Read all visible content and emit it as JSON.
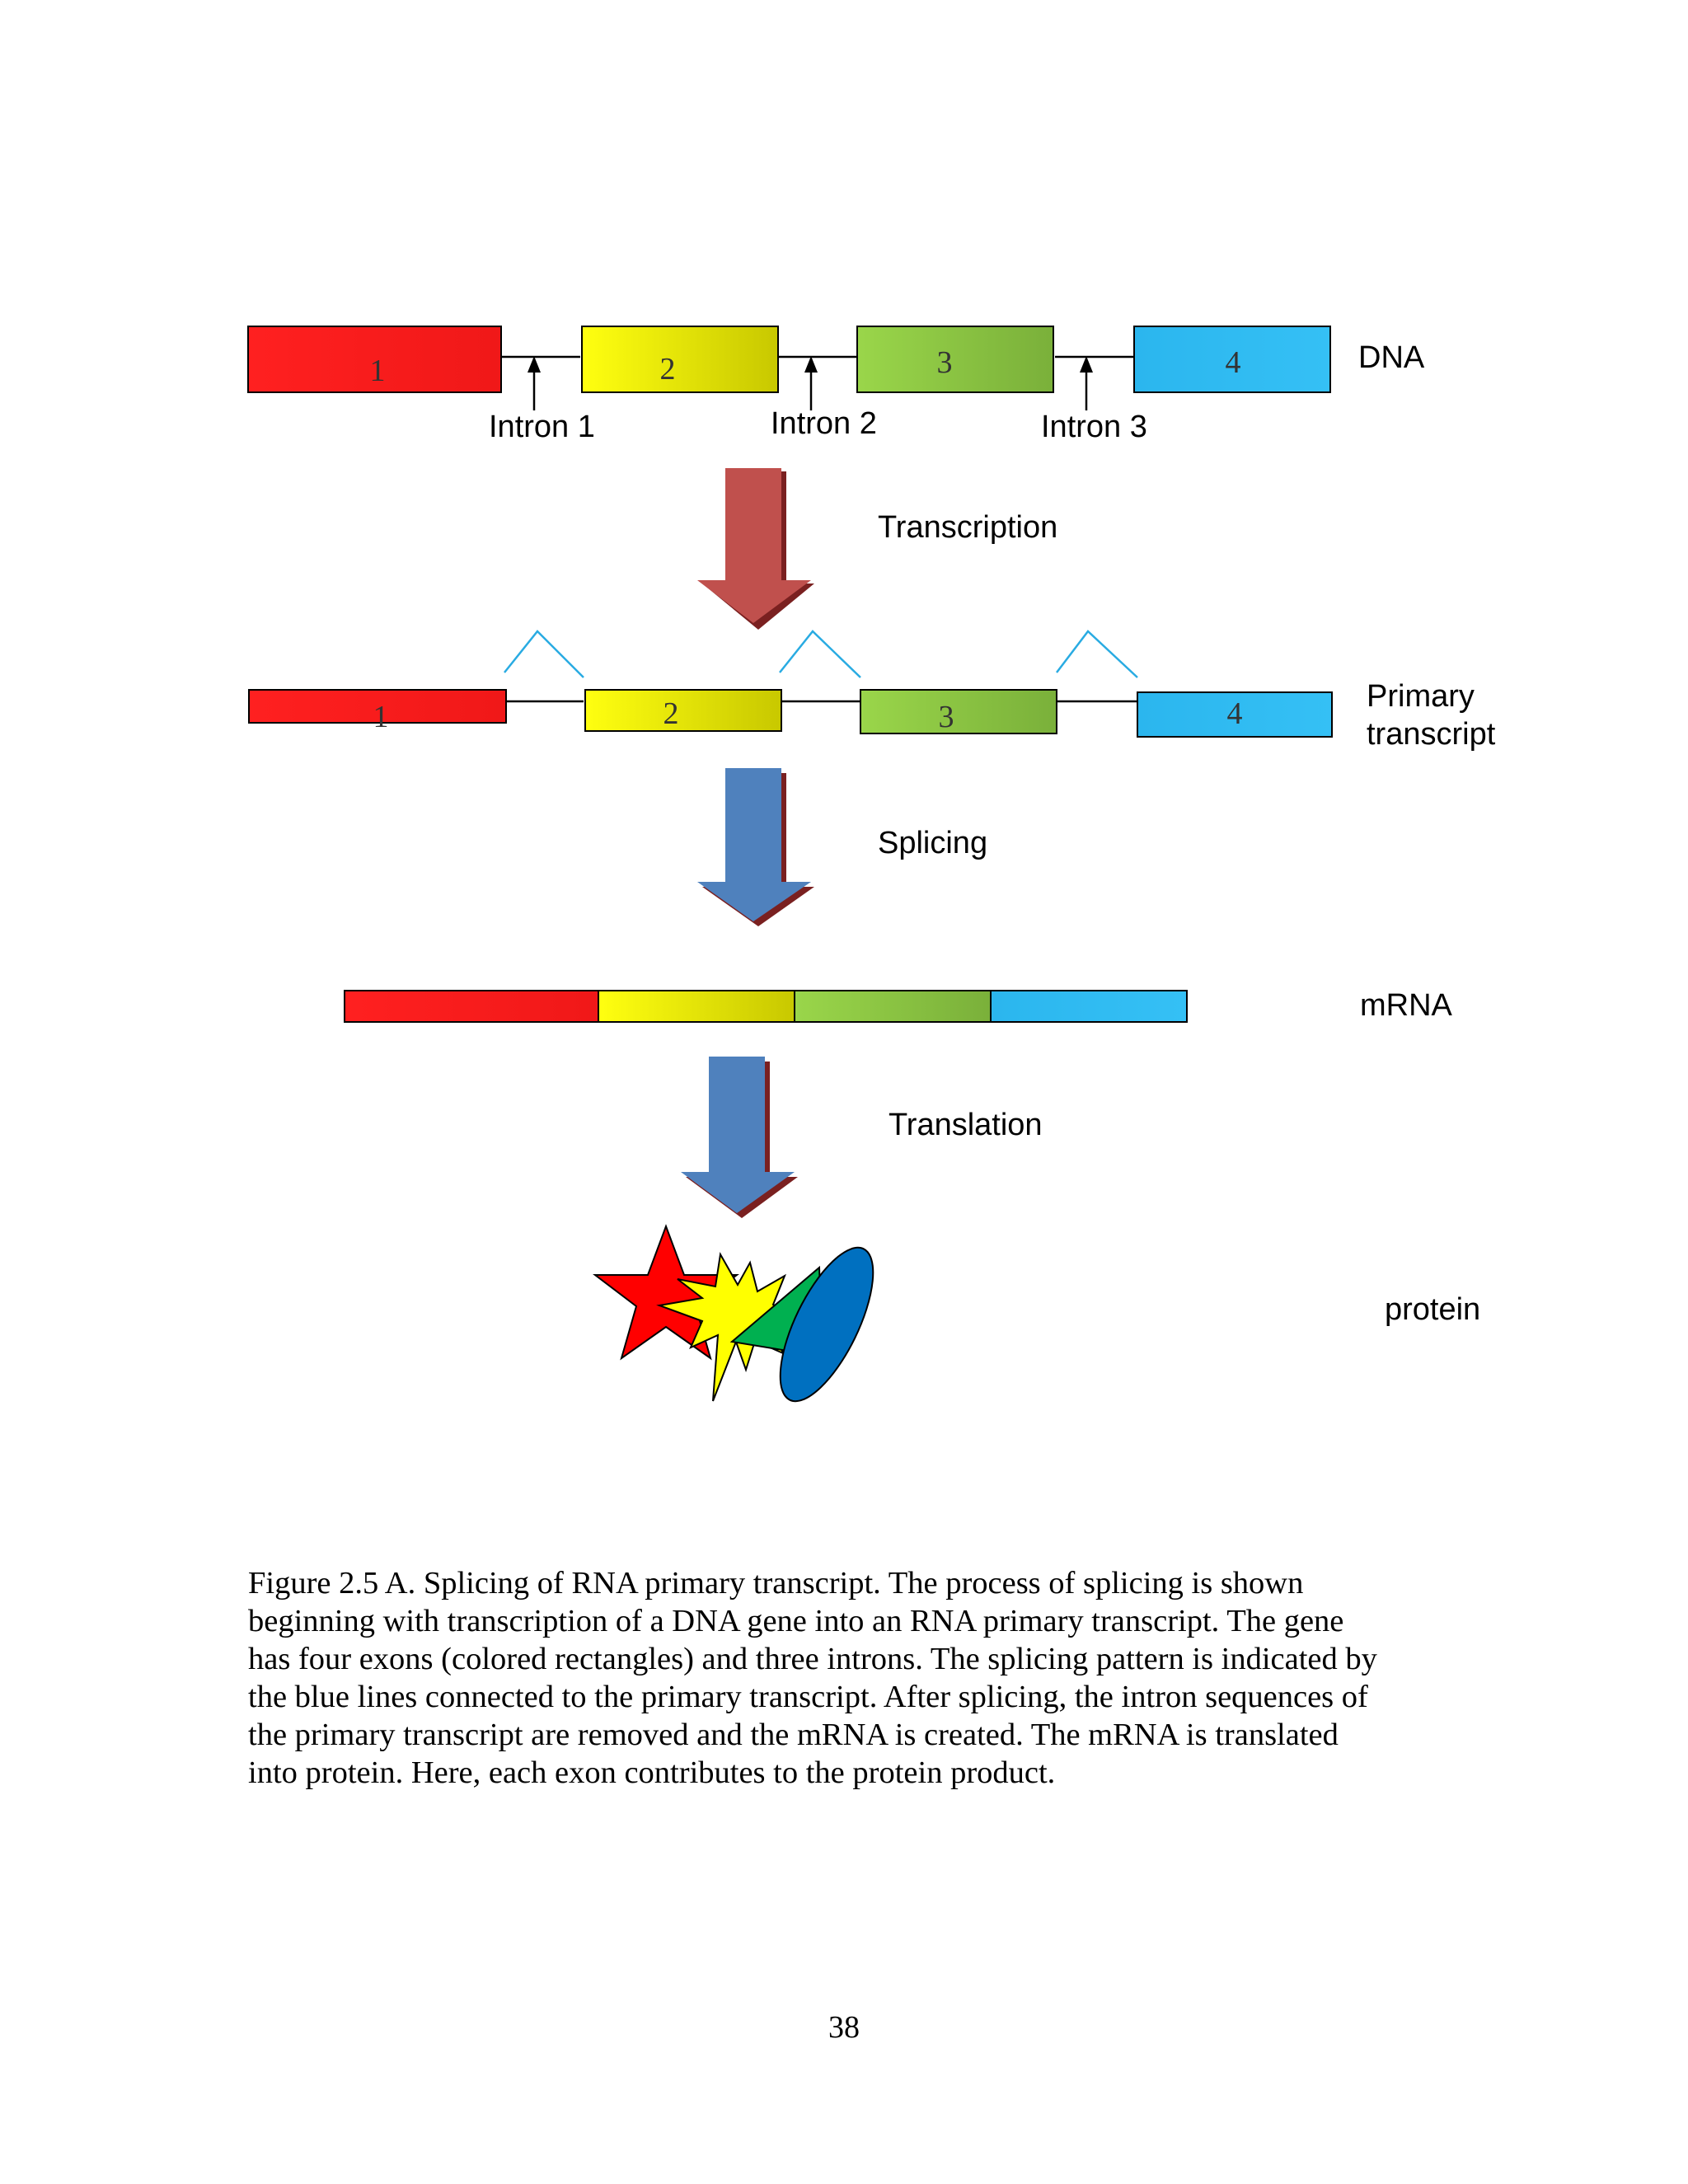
{
  "diagram": {
    "dna_label": "DNA",
    "primary_transcript_label": [
      "Primary",
      "transcript"
    ],
    "mrna_label": "mRNA",
    "protein_label": "protein",
    "steps": {
      "transcription": "Transcription",
      "splicing": "Splicing",
      "translation": "Translation"
    },
    "dna_exons": [
      {
        "label": "1",
        "color": "#FF2020"
      },
      {
        "label": "2",
        "color": "#DDDD00"
      },
      {
        "label": "3",
        "color": "#8CC63F"
      },
      {
        "label": "4",
        "color": "#2EB8EE"
      }
    ],
    "introns": [
      "Intron 1",
      "Intron 2",
      "Intron 3"
    ],
    "transcript_exons": [
      "1",
      "2",
      "3",
      "4"
    ],
    "colors": {
      "transcription_arrow": "#C0504D",
      "splicing_arrow": "#4F81BD",
      "translation_arrow": "#4F81BD",
      "splice_lines": "#29ABE2",
      "protein_star": "#FF0000",
      "protein_burst": "#FFFF00",
      "protein_triangle": "#00B050",
      "protein_ellipse": "#0070C0"
    }
  },
  "caption": {
    "lines": [
      "Figure 2.5 A. Splicing of RNA primary transcript. The process of splicing is shown",
      "beginning with transcription of a DNA gene into an RNA primary transcript.  The gene",
      "has four exons (colored rectangles) and three introns.  The splicing pattern is indicated by",
      "the blue lines connected to the primary transcript. After splicing, the intron sequences of",
      "the primary transcript are removed and the mRNA is created.  The mRNA is translated",
      "into protein.  Here, each exon contributes to the protein product."
    ]
  },
  "page_number": "38"
}
